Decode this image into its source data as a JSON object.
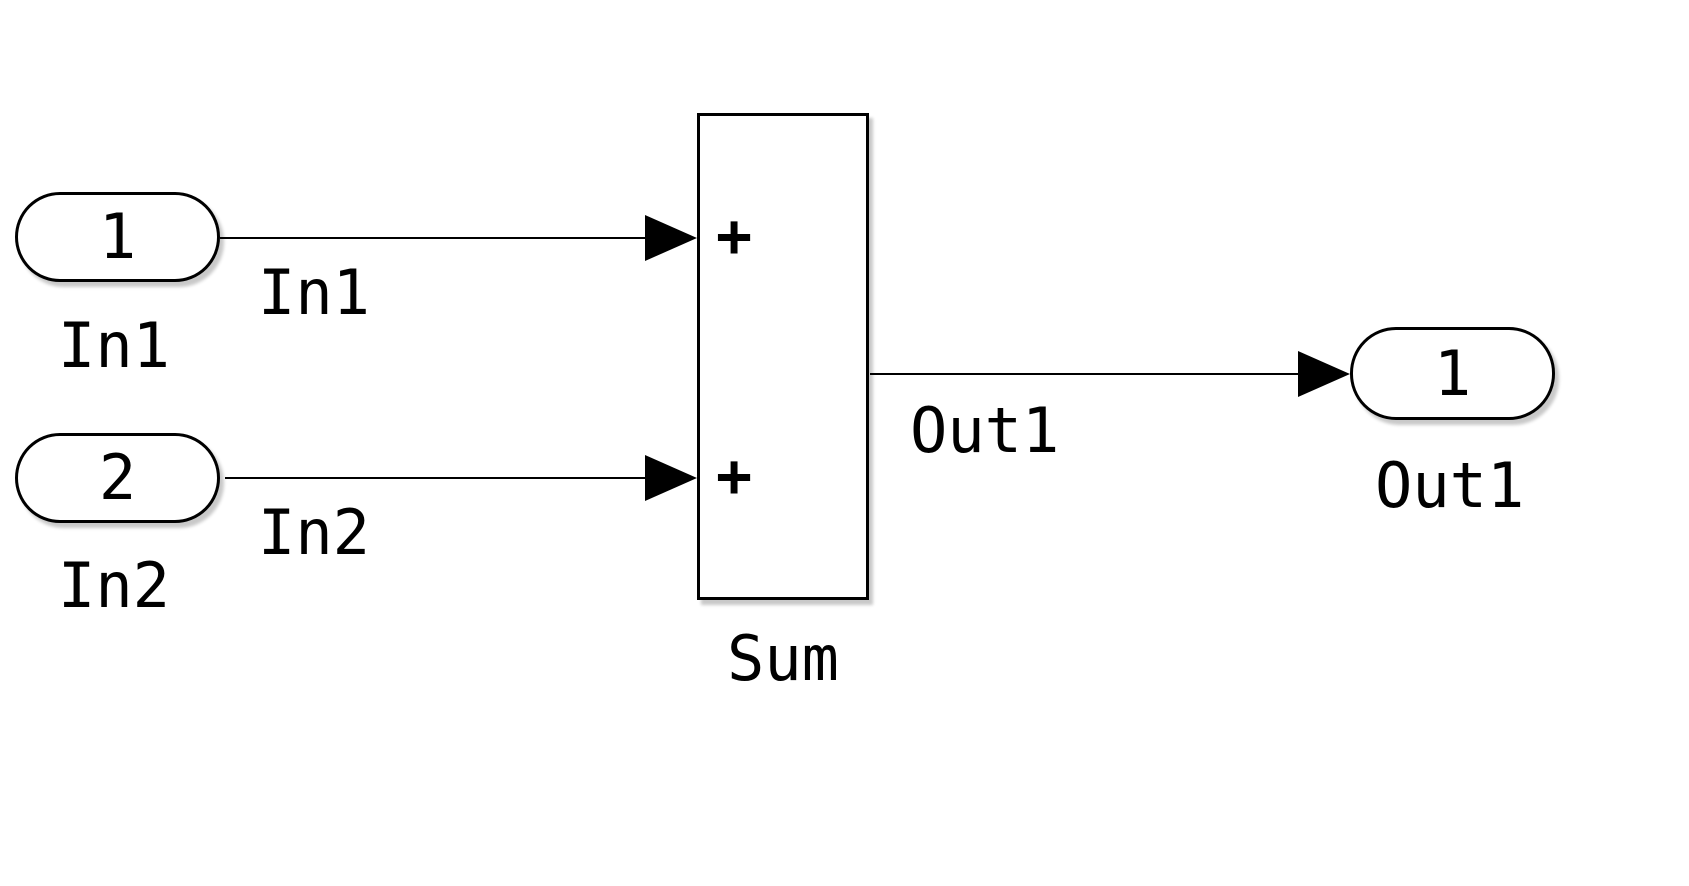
{
  "blocks": {
    "in1": {
      "port": "1",
      "name": "In1"
    },
    "in2": {
      "port": "2",
      "name": "In2"
    },
    "sum": {
      "name": "Sum",
      "top_sign": "+",
      "bottom_sign": "+"
    },
    "out1": {
      "port": "1",
      "name": "Out1"
    }
  },
  "signals": {
    "in1_to_sum": {
      "label": "In1"
    },
    "in2_to_sum": {
      "label": "In2"
    },
    "sum_to_out1": {
      "label": "Out1"
    }
  },
  "colors": {
    "background": "#ffffff",
    "block_fill": "#ffffff",
    "stroke": "#000000",
    "shadow": "#c9c9c9"
  }
}
